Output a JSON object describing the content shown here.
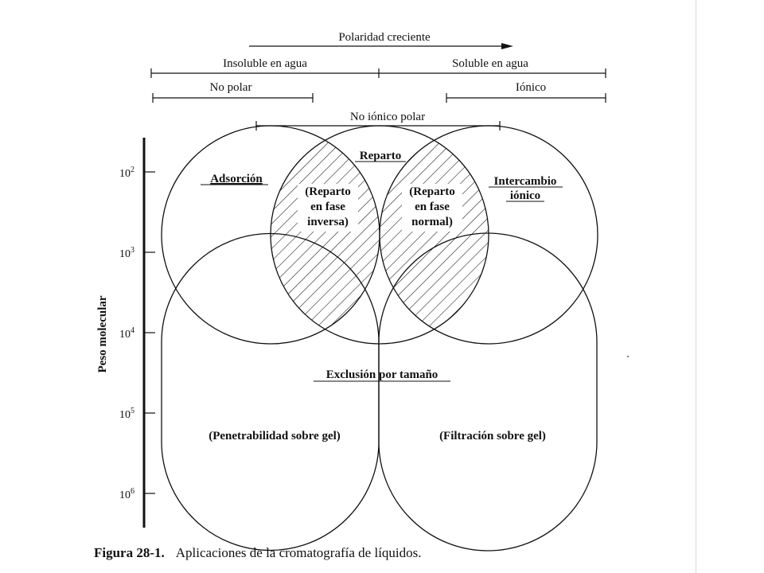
{
  "top": {
    "arrow_label": "Polaridad creciente",
    "insoluble": "Insoluble en agua",
    "soluble": "Soluble en agua",
    "no_polar": "No polar",
    "ionico": "Iónico",
    "no_ionico_polar": "No iónico polar"
  },
  "axis": {
    "label": "Peso molecular",
    "ticks": [
      {
        "base": "10",
        "exp": "2"
      },
      {
        "base": "10",
        "exp": "3"
      },
      {
        "base": "10",
        "exp": "4"
      },
      {
        "base": "10",
        "exp": "5"
      },
      {
        "base": "10",
        "exp": "6"
      }
    ]
  },
  "regions": {
    "adsorcion": "Adsorción",
    "reparto": "Reparto",
    "intercambio_1": "Intercambio",
    "intercambio_2": "iónico",
    "inversa_1": "(Reparto",
    "inversa_2": "en fase",
    "inversa_3": "inversa)",
    "normal_1": "(Reparto",
    "normal_2": "en fase",
    "normal_3": "normal)",
    "exclusion": "Exclusión por tamaño",
    "penetrabilidad": "(Penetrabilidad sobre gel)",
    "filtracion": "(Filtración sobre gel)"
  },
  "caption": {
    "label": "Figura 28-1.",
    "text": "Aplicaciones de la cromatografía de líquidos."
  }
}
